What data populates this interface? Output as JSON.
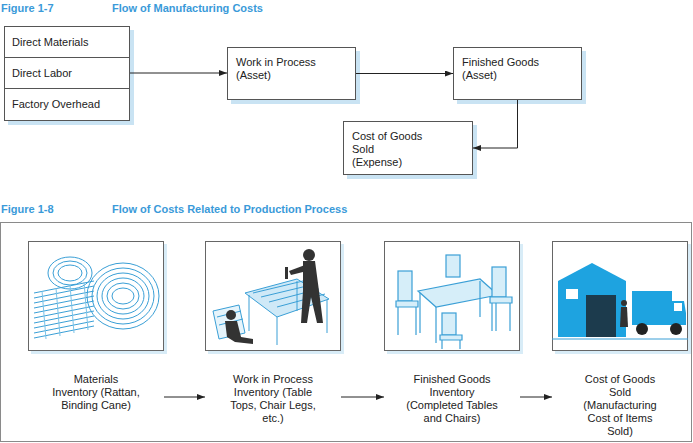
{
  "diagram": {
    "nodes": [
      {
        "text": [
          "Direct Materials"
        ]
      },
      {
        "text": [
          "Direct Labor"
        ]
      },
      {
        "text": [
          "Factory Overhead"
        ]
      },
      {
        "text": [
          "Work in Process (Asset)"
        ]
      },
      {
        "text": [
          "Finished Goods (Asset)"
        ]
      },
      {
        "text": [
          "Cost of Goods Sold (Expense)"
        ]
      },
      {
        "text": [
          "Materials Inventory (Rattan, Binding Cane)"
        ]
      },
      {
        "text": [
          "Work in Process Inventory (Table Tops, Chair Legs, etc.)"
        ]
      },
      {
        "text": [
          "Finished Goods Inventory (Completed Tables and Chairs)"
        ]
      },
      {
        "text": [
          "Cost of Goods Sold (Manufacturing Cost of Items Sold)"
        ]
      }
    ],
    "edges": [
      {
        "from": 1,
        "to": 3,
        "arrow": "to"
      },
      {
        "from": 3,
        "to": 4,
        "arrow": "to"
      },
      {
        "from": 4,
        "to": 5,
        "arrow": "to"
      },
      {
        "from": 6,
        "to": 7,
        "arrow": "to"
      },
      {
        "from": 7,
        "to": 8,
        "arrow": "to"
      },
      {
        "from": 8,
        "to": 9,
        "arrow": "to"
      }
    ],
    "labels": [
      "Figure 1-7",
      "Flow of Manufacturing Costs",
      "Figure 1-8",
      "Flow of Costs Related to Production Process"
    ]
  }
}
